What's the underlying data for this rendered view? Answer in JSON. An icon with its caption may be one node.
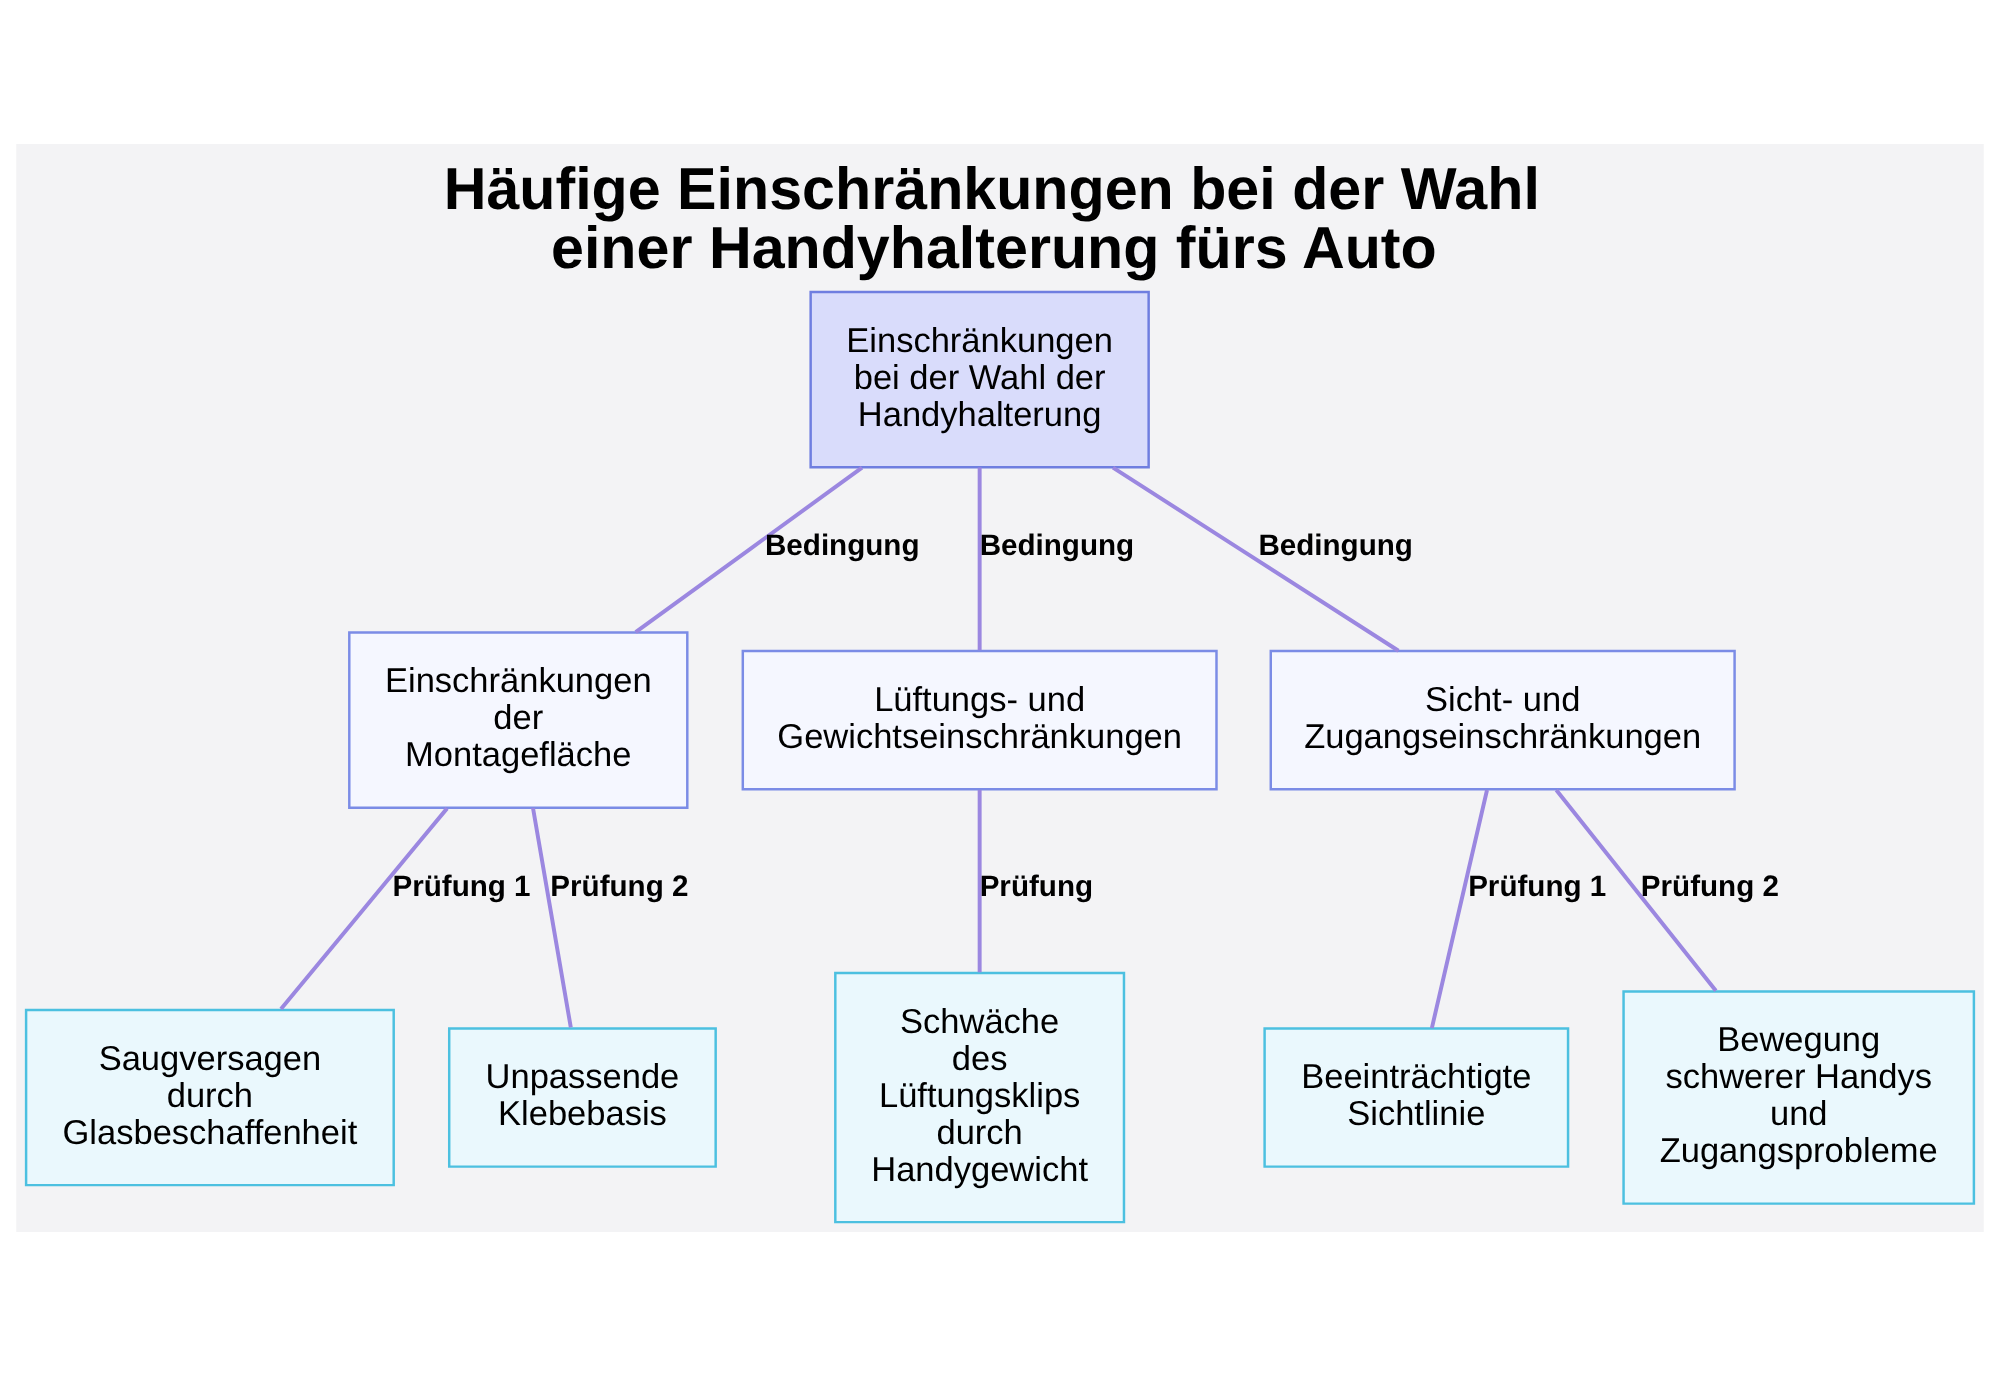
{
  "diagram": {
    "title": "Häufige Einschränkungen bei der Wahl einer Handyhalterung fürs Auto",
    "nodes": [
      {
        "text": [
          "Einschränkungen bei der Wahl der Handyhalterung"
        ]
      },
      {
        "text": [
          "Einschränkungen der Montagefläche"
        ]
      },
      {
        "text": [
          "Lüftungs- und Gewichtseinschränkungen"
        ]
      },
      {
        "text": [
          "Sicht- und Zugangseinschränkungen"
        ]
      },
      {
        "text": [
          "Saugversagen durch Glasbeschaffenheit"
        ]
      },
      {
        "text": [
          "Unpassende Klebebasis"
        ]
      },
      {
        "text": [
          "Schwäche des Lüftungsklips durch Handygewicht"
        ]
      },
      {
        "text": [
          "Beeinträchtigte Sichtlinie"
        ]
      },
      {
        "text": [
          "Bewegung schwerer Handys und Zugangsprobleme"
        ]
      }
    ],
    "edges": [
      {
        "from": 0,
        "to": 1,
        "arrow": "none",
        "label": "Bedingung"
      },
      {
        "from": 0,
        "to": 2,
        "arrow": "none",
        "label": "Bedingung"
      },
      {
        "from": 0,
        "to": 3,
        "arrow": "none",
        "label": "Bedingung"
      },
      {
        "from": 1,
        "to": 4,
        "arrow": "none",
        "label": "Prüfung 1"
      },
      {
        "from": 1,
        "to": 5,
        "arrow": "none",
        "label": "Prüfung 2"
      },
      {
        "from": 2,
        "to": 6,
        "arrow": "none",
        "label": "Prüfung"
      },
      {
        "from": 3,
        "to": 7,
        "arrow": "none",
        "label": "Prüfung 1"
      },
      {
        "from": 3,
        "to": 8,
        "arrow": "none",
        "label": "Prüfung 2"
      }
    ]
  }
}
